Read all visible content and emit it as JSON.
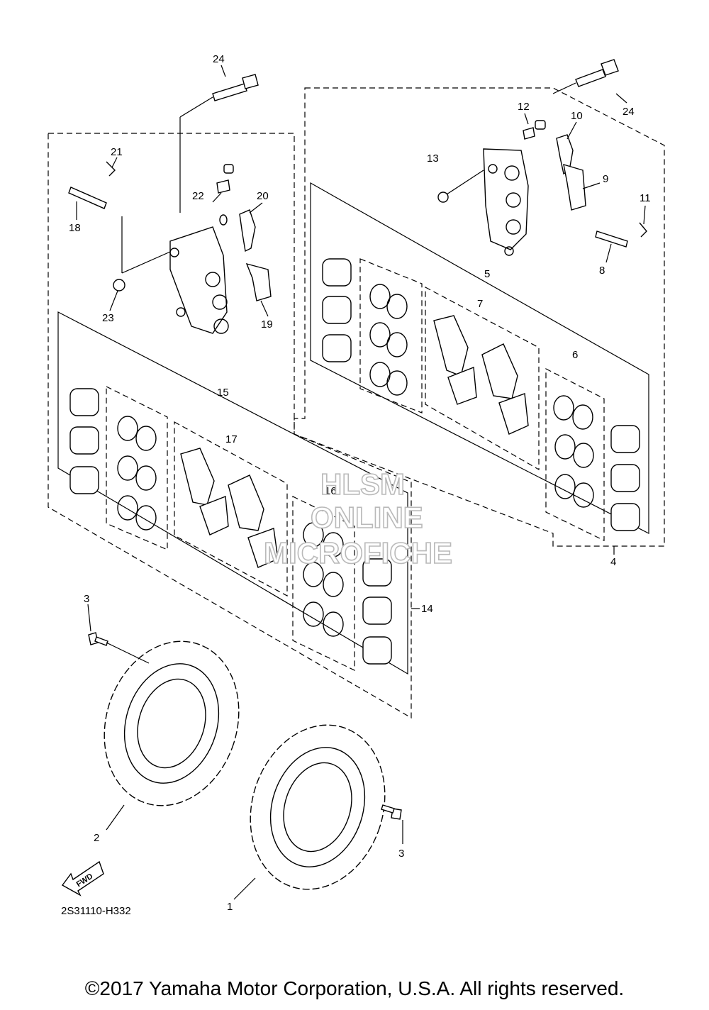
{
  "callouts": {
    "c1": "1",
    "c2": "2",
    "c3a": "3",
    "c3b": "3",
    "c4": "4",
    "c5": "5",
    "c6": "6",
    "c7": "7",
    "c8": "8",
    "c9": "9",
    "c10": "10",
    "c11": "11",
    "c12": "12",
    "c13": "13",
    "c14": "14",
    "c15": "15",
    "c16": "16",
    "c17": "17",
    "c18": "18",
    "c19": "19",
    "c20": "20",
    "c21": "21",
    "c22": "22",
    "c23": "23",
    "c24a": "24",
    "c24b": "24"
  },
  "fwd_label": "FWD",
  "drawing_ref": "2S31110-H332",
  "watermark": {
    "line1": "HLSM",
    "line2": "ONLINE",
    "line3": "MICROFICHE"
  },
  "copyright": "©2017 Yamaha Motor Corporation, U.S.A. All rights reserved."
}
